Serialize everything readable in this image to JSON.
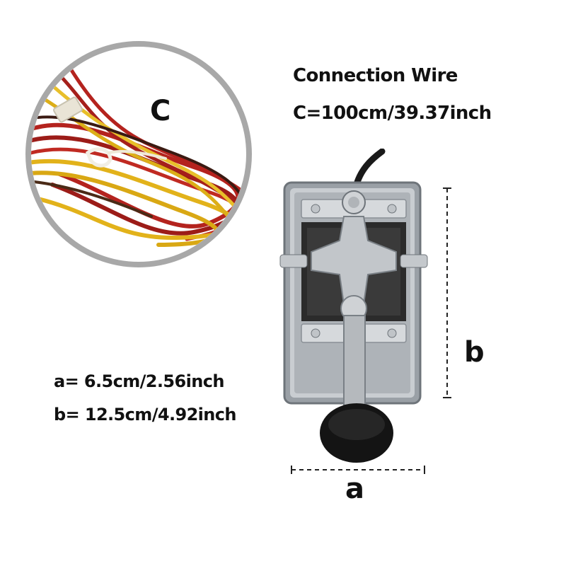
{
  "wire_title": "Connection Wire",
  "wire_spec": "C=100cm/39.37inch",
  "dim_a_spec": "a= 6.5cm/2.56inch",
  "dim_b_spec": "b= 12.5cm/4.92inch",
  "label_c": "C",
  "label_a": "a",
  "label_b": "b",
  "colors": {
    "ring": "#a8a8a8",
    "wire_red": "#b4231e",
    "wire_yellow": "#e2b21a",
    "metal": "#b8bcc0",
    "knob": "#141414"
  }
}
